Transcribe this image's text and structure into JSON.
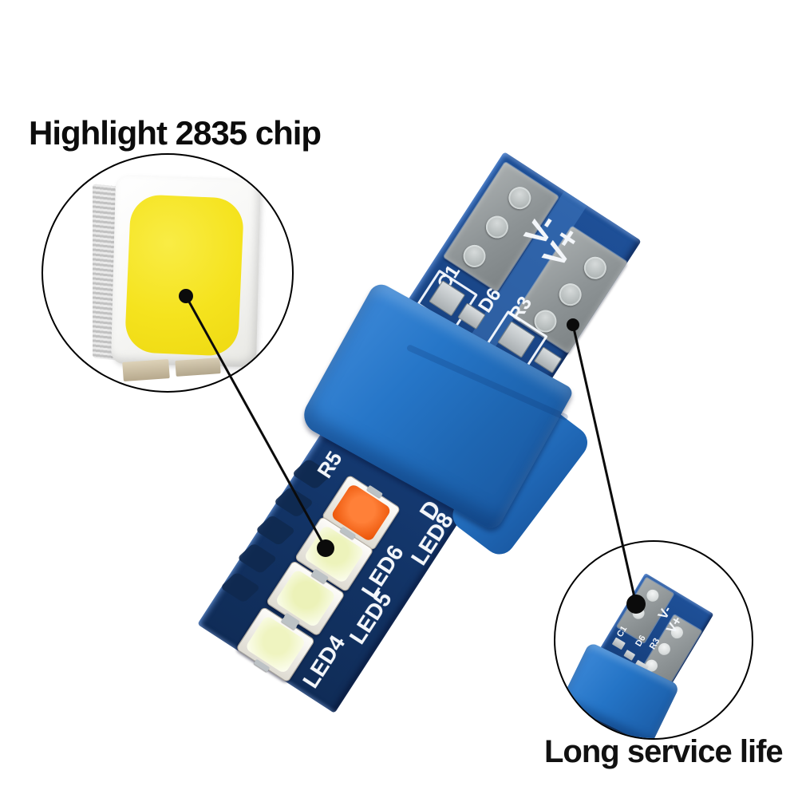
{
  "page": {
    "background": "#ffffff"
  },
  "title": "Highlight 2835 chip",
  "caption": "Long service life",
  "main_board": {
    "silkscreen": {
      "v_minus": "V-",
      "v_plus": "V+",
      "c1": "C1",
      "d6": "D6",
      "r3": "R3",
      "r5": "R5",
      "d_partial": "D",
      "led4": "LED4",
      "led5": "LED5",
      "led6": "LED6",
      "led8": "LED8"
    },
    "leds": [
      {
        "name": "amber-led",
        "center": "#ff8038",
        "edge": "#ea5104"
      },
      {
        "name": "white-led",
        "center": "#edf3bb",
        "edge": "#fcfdf0"
      },
      {
        "name": "white-led",
        "center": "#ecf2b8",
        "edge": "#fbfdef"
      },
      {
        "name": "white-led",
        "center": "#eff4c0",
        "edge": "#fdfef2"
      }
    ],
    "colors": {
      "pcb_blue": "#17407e",
      "band_blue": "#2273c4",
      "pad_gray": "#8d9395",
      "silkscreen_white": "#f3f6fa",
      "edge_pad_navy": "#10294f"
    }
  },
  "chip_inset": {
    "colors": {
      "package_white": "#f7f7f4",
      "phosphor_yellow": "#f5e31e",
      "contact_tan": "#d8cdb4"
    }
  },
  "board_inset": {
    "labels": {
      "v_minus": "V-",
      "v_plus": "V+",
      "c1": "C1",
      "d6": "D6",
      "r3": "R3"
    }
  },
  "annotation": {
    "line_color": "#0b0b0b"
  }
}
